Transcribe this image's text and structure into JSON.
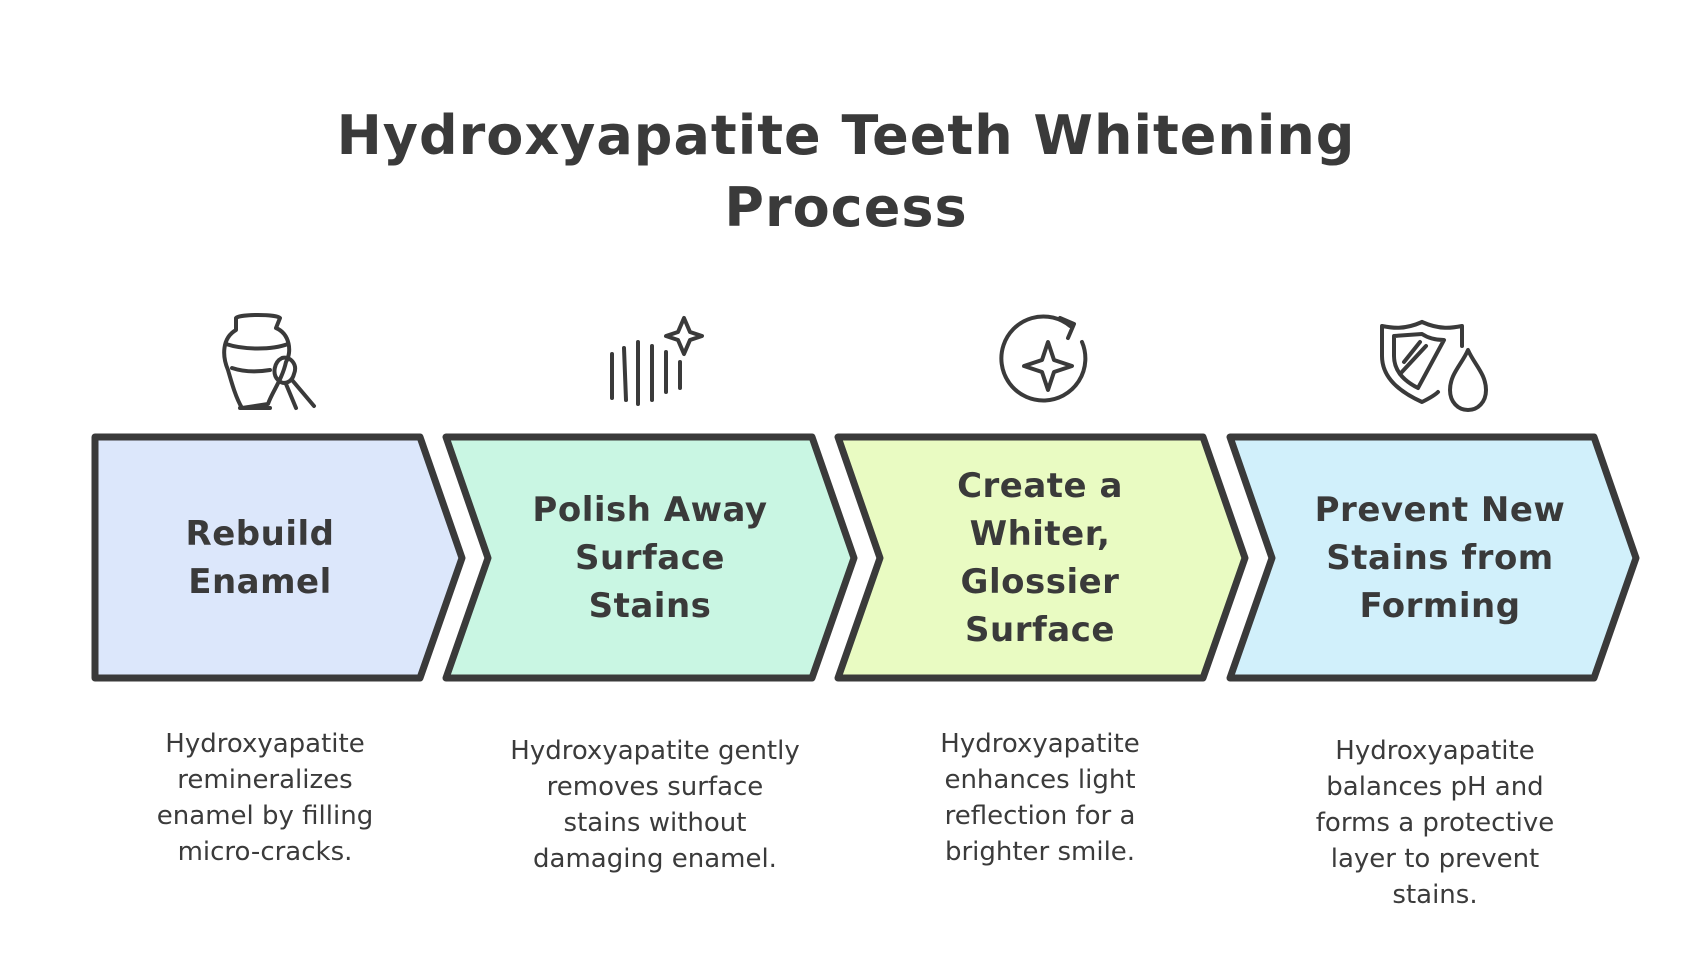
{
  "title": {
    "line1": "Hydroxyapatite Teeth Whitening",
    "line2": "Process"
  },
  "colors": {
    "outline": "#3a3a3a",
    "step1_fill": "#dce7fb",
    "step2_fill": "#c9f6e3",
    "step3_fill": "#e9fbc2",
    "step4_fill": "#d1f0fb"
  },
  "steps": [
    {
      "label": "Rebuild Enamel",
      "icon": "amphora-brush-icon",
      "description": "Hydroxyapatite remineralizes enamel by filling micro-cracks."
    },
    {
      "label": "Polish Away Surface Stains",
      "icon": "sparkle-lines-icon",
      "description": "Hydroxyapatite gently removes surface stains without damaging enamel."
    },
    {
      "label": "Create a Whiter, Glossier Surface",
      "icon": "sparkle-refresh-icon",
      "description": "Hydroxyapatite enhances light reflection for a brighter smile."
    },
    {
      "label": "Prevent New Stains from Forming",
      "icon": "shield-drop-icon",
      "description": "Hydroxyapatite balances pH and forms a protective layer to prevent stains."
    }
  ]
}
